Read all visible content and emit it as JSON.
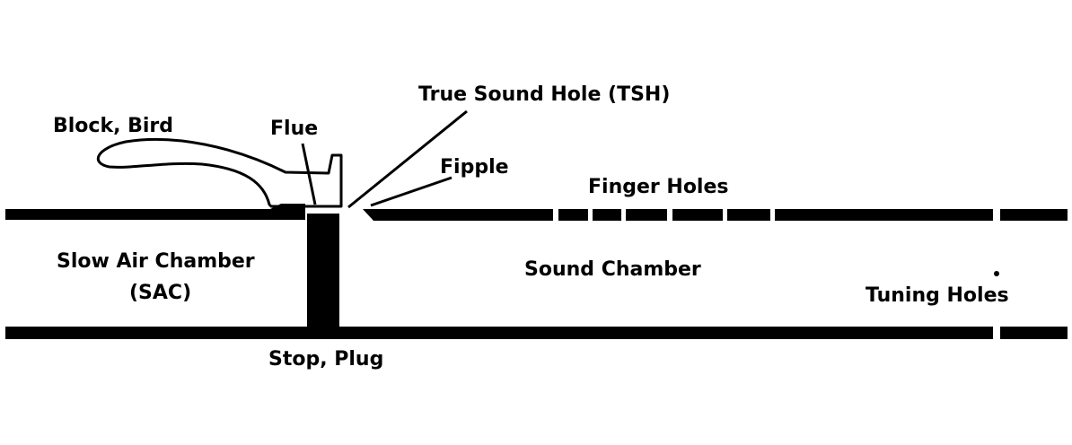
{
  "diagram": {
    "labels": {
      "block": "Block, Bird",
      "flue": "Flue",
      "tsh": "True Sound Hole (TSH)",
      "fipple": "Fipple",
      "finger_holes": "Finger Holes",
      "sac_line1": "Slow Air Chamber",
      "sac_line2": "(SAC)",
      "sound_chamber": "Sound Chamber",
      "tuning_holes": "Tuning Holes",
      "stop": "Stop, Plug"
    },
    "colors": {
      "ink": "#000000",
      "background": "#ffffff"
    }
  }
}
